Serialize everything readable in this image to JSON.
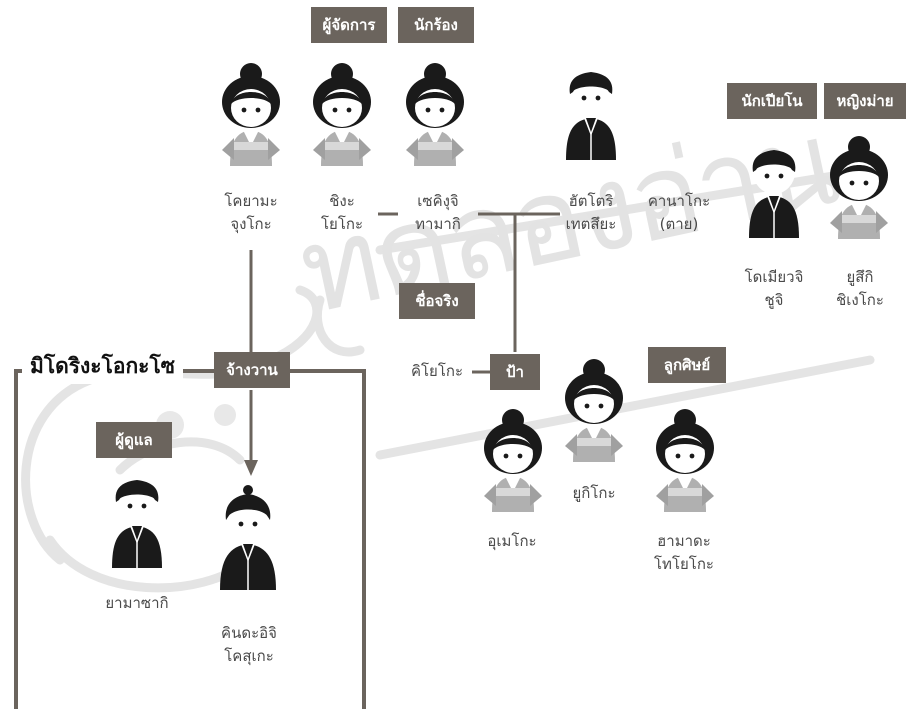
{
  "watermark": "ทดลองอ่าน",
  "group": {
    "title": "มิโดริงะโอกะโซ"
  },
  "tags": {
    "manager": "ผู้จัดการ",
    "singer": "นักร้อง",
    "pianist": "นักเปียโน",
    "dancer": "หญิงม่าย",
    "real_name": "ชื่อจริง",
    "hired": "จ้างวาน",
    "aunt": "ป้า",
    "disciple": "ลูกศิษย์",
    "caretaker": "ผู้ดูแล"
  },
  "people": {
    "koyama": "โคยามะ\nจุงโกะ",
    "shinga": "ชิงะ\nโยโกะ",
    "sekiguchi": "เซคิงุจิ\nทามากิ",
    "hattori": "ฮัตโตริ\nเทตสึยะ",
    "kanako": "คานาโกะ\n(ตาย)",
    "domiyaji": "โดเมียวจิ\nชูจิ",
    "yuki": "ยูสึกิ\nชิเงโกะ",
    "kiyoko": "คิโยโกะ",
    "umeko": "อุเมโกะ",
    "yukiko": "ยูกิโกะ",
    "hamada": "ฮามาดะ\nโทโยโกะ",
    "yamazaki": "ยามาซากิ",
    "kindaichi": "คินดะอิจิ\nโคสุเกะ"
  },
  "colors": {
    "tag_bg": "#6b645d",
    "line": "#6b645d",
    "figure_dark": "#1a1a1a",
    "kimono_light": "#b0b0b0"
  }
}
